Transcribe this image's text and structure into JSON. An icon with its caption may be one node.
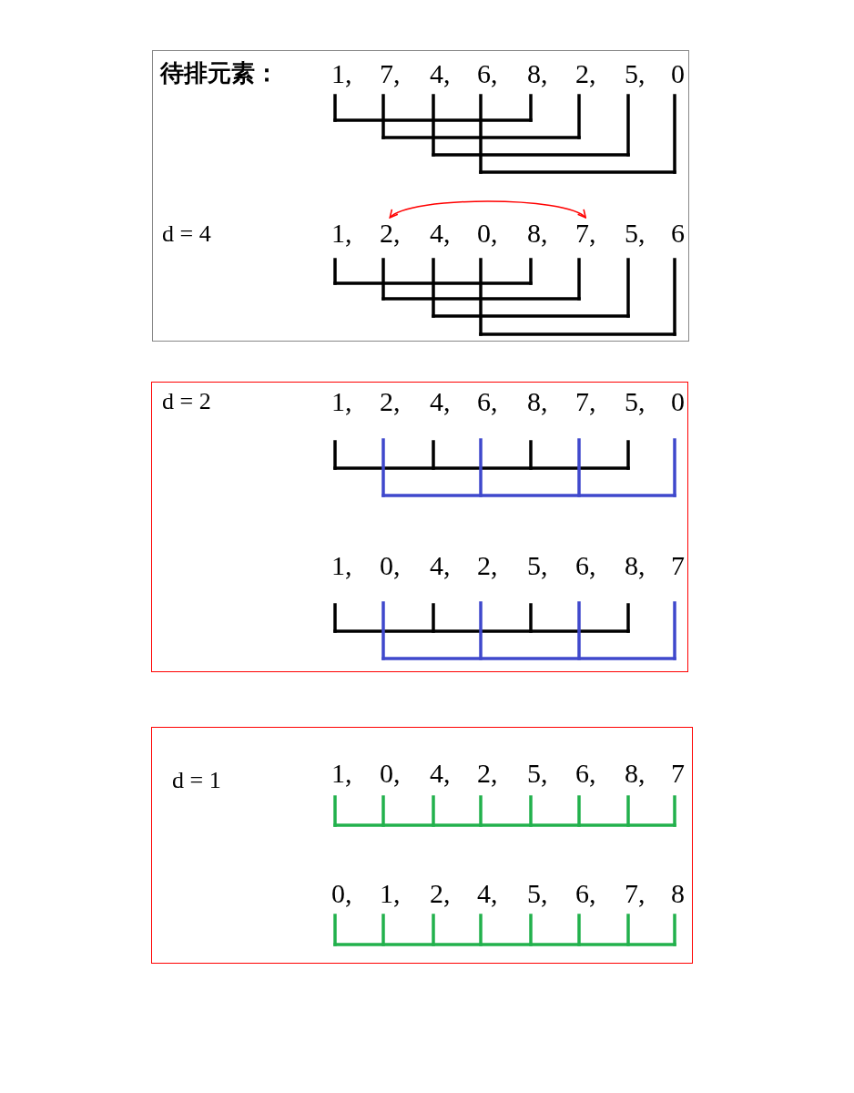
{
  "diagram": {
    "nodes": [
      {
        "text": [
          "待排元素：",
          "d = 4"
        ]
      },
      {
        "text": [
          "1,"
        ],
        "in": 0
      },
      {
        "text": [
          "7,"
        ],
        "in": 0
      },
      {
        "text": [
          "4,"
        ],
        "in": 0
      },
      {
        "text": [
          "6,"
        ],
        "in": 0
      },
      {
        "text": [
          "8,"
        ],
        "in": 0
      },
      {
        "text": [
          "2,"
        ],
        "in": 0
      },
      {
        "text": [
          "5,"
        ],
        "in": 0
      },
      {
        "text": [
          "0"
        ],
        "in": 0
      },
      {
        "text": [
          "1,"
        ],
        "in": 0
      },
      {
        "text": [
          "2,"
        ],
        "in": 0
      },
      {
        "text": [
          "4,"
        ],
        "in": 0
      },
      {
        "text": [
          "0,"
        ],
        "in": 0
      },
      {
        "text": [
          "8,"
        ],
        "in": 0
      },
      {
        "text": [
          "7,"
        ],
        "in": 0
      },
      {
        "text": [
          "5,"
        ],
        "in": 0
      },
      {
        "text": [
          "6"
        ],
        "in": 0
      },
      {
        "text": [
          "d = 2"
        ]
      },
      {
        "text": [
          "1,"
        ],
        "in": 17
      },
      {
        "text": [
          "2,"
        ],
        "in": 17
      },
      {
        "text": [
          "4,"
        ],
        "in": 17
      },
      {
        "text": [
          "6,"
        ],
        "in": 17
      },
      {
        "text": [
          "8,"
        ],
        "in": 17
      },
      {
        "text": [
          "7,"
        ],
        "in": 17
      },
      {
        "text": [
          "5,"
        ],
        "in": 17
      },
      {
        "text": [
          "0"
        ],
        "in": 17
      },
      {
        "text": [
          "1,"
        ],
        "in": 17
      },
      {
        "text": [
          "0,"
        ],
        "in": 17
      },
      {
        "text": [
          "4,"
        ],
        "in": 17
      },
      {
        "text": [
          "2,"
        ],
        "in": 17
      },
      {
        "text": [
          "5,"
        ],
        "in": 17
      },
      {
        "text": [
          "6,"
        ],
        "in": 17
      },
      {
        "text": [
          "8,"
        ],
        "in": 17
      },
      {
        "text": [
          "7"
        ],
        "in": 17
      },
      {
        "text": [
          "d = 1"
        ]
      },
      {
        "text": [
          "1,"
        ],
        "in": 34
      },
      {
        "text": [
          "0,"
        ],
        "in": 34
      },
      {
        "text": [
          "4,"
        ],
        "in": 34
      },
      {
        "text": [
          "2,"
        ],
        "in": 34
      },
      {
        "text": [
          "5,"
        ],
        "in": 34
      },
      {
        "text": [
          "6,"
        ],
        "in": 34
      },
      {
        "text": [
          "8,"
        ],
        "in": 34
      },
      {
        "text": [
          "7"
        ],
        "in": 34
      },
      {
        "text": [
          "0,"
        ],
        "in": 34
      },
      {
        "text": [
          "1,"
        ],
        "in": 34
      },
      {
        "text": [
          "2,"
        ],
        "in": 34
      },
      {
        "text": [
          "4,"
        ],
        "in": 34
      },
      {
        "text": [
          "5,"
        ],
        "in": 34
      },
      {
        "text": [
          "6,"
        ],
        "in": 34
      },
      {
        "text": [
          "7,"
        ],
        "in": 34
      },
      {
        "text": [
          "8"
        ],
        "in": 34
      }
    ],
    "edges": [
      {
        "from": 10,
        "to": 14,
        "arrow": "both",
        "color": "#ff0000"
      }
    ]
  }
}
